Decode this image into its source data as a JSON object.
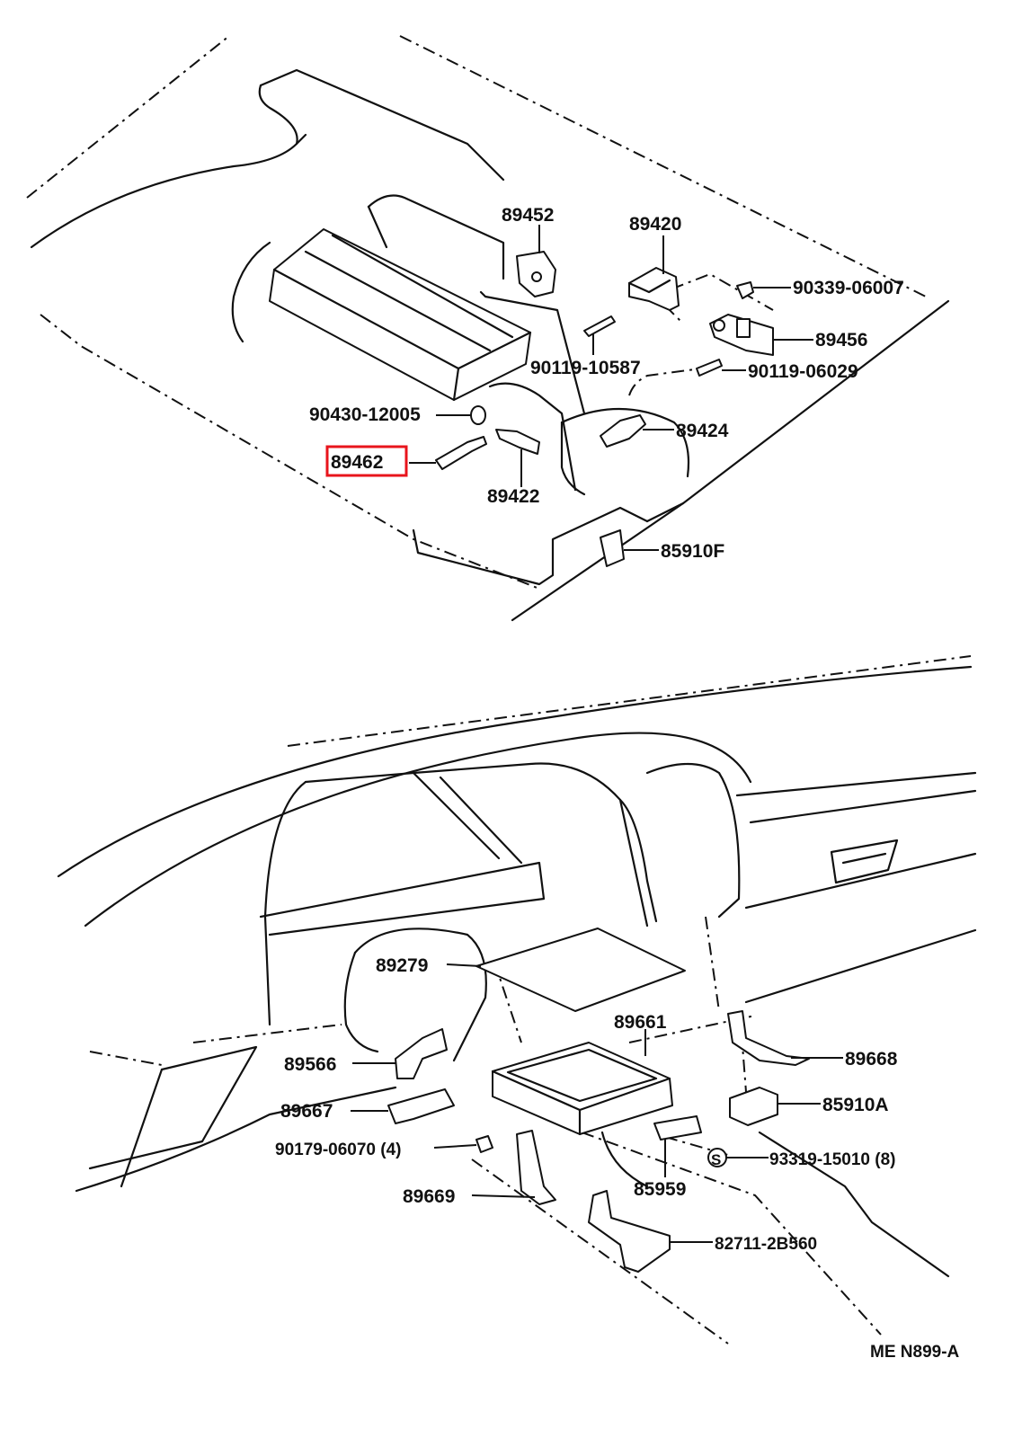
{
  "diagram": {
    "highlight_color": "#e8141c",
    "line_color": "#111111",
    "parts_top": {
      "p89452": "89452",
      "p89420": "89420",
      "p90339_06007": "90339-06007",
      "p89456": "89456",
      "p90119_10587": "90119-10587",
      "p90119_06029": "90119-06029",
      "p90430_12005": "90430-12005",
      "p89424": "89424",
      "p89462": "89462",
      "p89422": "89422",
      "p85910F": "85910F"
    },
    "parts_bottom": {
      "p89279": "89279",
      "p89661": "89661",
      "p89668": "89668",
      "p89566": "89566",
      "p85910A": "85910A",
      "p89667": "89667",
      "p90179_06070": "90179-06070 (4)",
      "p93319_15010": "93319-15010 (8)",
      "s_symbol": "S",
      "p85959": "85959",
      "p89669": "89669",
      "p82711_2B560": "82711-2B560"
    },
    "diagram_code": "ME N899-A"
  }
}
